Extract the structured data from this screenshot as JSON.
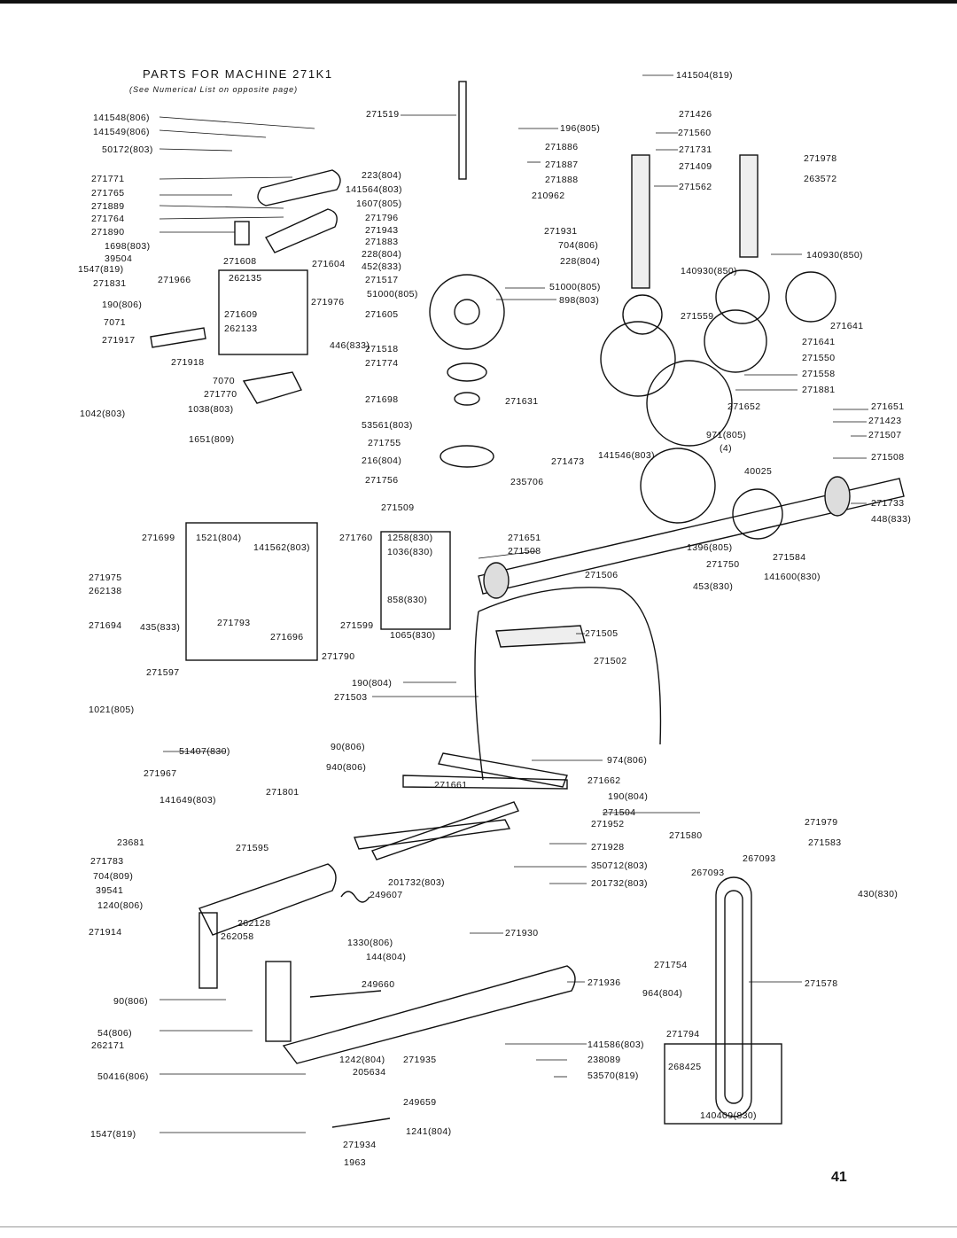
{
  "header": {
    "title": "PARTS FOR MACHINE 271K1",
    "subtitle": "(See Numerical List on opposite page)"
  },
  "page_number": "41",
  "colors": {
    "ink": "#111111",
    "paper": "#ffffff"
  },
  "part_labels": [
    "141504(819)",
    "271426",
    "271560",
    "271731",
    "271409",
    "271562",
    "271978",
    "263572",
    "140930(850)",
    "140930(850)",
    "271519",
    "196(805)",
    "271886",
    "271887",
    "271888",
    "210962",
    "223(804)",
    "141564(803)",
    "1607(805)",
    "271796",
    "271943",
    "271931",
    "271883",
    "704(806)",
    "228(804)",
    "228(804)",
    "452(833)",
    "271517",
    "51000(805)",
    "51000(805)",
    "898(803)",
    "271605",
    "271559",
    "271641",
    "271641",
    "271550",
    "271558",
    "271881",
    "141548(806)",
    "141549(806)",
    "50172(803)",
    "271771",
    "271765",
    "271889",
    "271764",
    "271890",
    "1698(803)",
    "39504",
    "1547(819)",
    "271831",
    "271966",
    "271608",
    "271604",
    "262135",
    "271976",
    "190(806)",
    "7071",
    "271917",
    "271918",
    "271609",
    "262133",
    "446(833)",
    "271518",
    "271774",
    "7070",
    "271770",
    "1038(803)",
    "1042(803)",
    "1651(809)",
    "271698",
    "271631",
    "53561(803)",
    "271755",
    "216(804)",
    "271756",
    "235706",
    "271473",
    "141546(803)",
    "971(805)",
    "(4)",
    "40025",
    "271652",
    "271651",
    "271423",
    "271507",
    "271508",
    "271733",
    "448(833)",
    "271509",
    "271699",
    "1521(804)",
    "141562(803)",
    "271760",
    "1258(830)",
    "1036(830)",
    "271651",
    "271508",
    "271975",
    "262138",
    "271694",
    "435(833)",
    "271793",
    "271696",
    "271599",
    "858(830)",
    "271506",
    "1396(805)",
    "271750",
    "271584",
    "141600(830)",
    "453(830)",
    "271790",
    "1065(830)",
    "271505",
    "271597",
    "1021(805)",
    "271502",
    "190(804)",
    "271503",
    "51407(830)",
    "271967",
    "90(806)",
    "940(806)",
    "974(806)",
    "271661",
    "271662",
    "190(804)",
    "271504",
    "141649(803)",
    "271801",
    "271952",
    "271979",
    "271583",
    "271580",
    "23681",
    "271595",
    "271928",
    "271783",
    "350712(803)",
    "267093",
    "267093",
    "704(809)",
    "201732(803)",
    "201732(803)",
    "39541",
    "249607",
    "430(830)",
    "1240(806)",
    "262128",
    "262058",
    "271914",
    "271930",
    "1330(806)",
    "144(804)",
    "271754",
    "249660",
    "271936",
    "964(804)",
    "271578",
    "90(806)",
    "54(806)",
    "262171",
    "141586(803)",
    "271794",
    "1242(804)",
    "271935",
    "205634",
    "238089",
    "53570(819)",
    "268425",
    "50416(806)",
    "249659",
    "140409(830)",
    "1547(819)",
    "1241(804)",
    "271934",
    "1963"
  ]
}
